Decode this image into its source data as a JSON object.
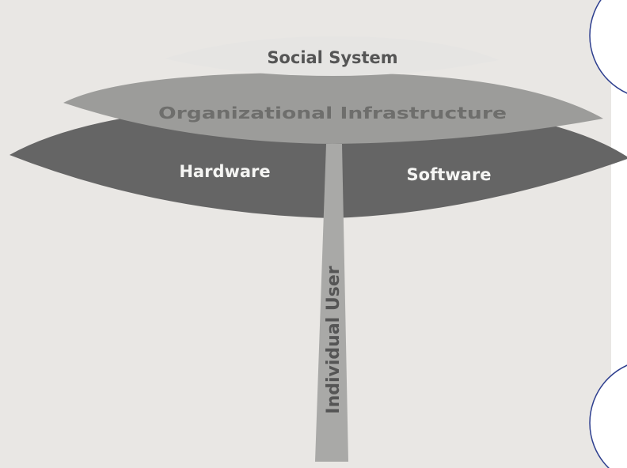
{
  "diagram": {
    "labels": {
      "social_system": "Social System",
      "org_infrastructure": "Organizational Infrastructure",
      "hardware": "Hardware",
      "software": "Software",
      "individual_user": "Individual User"
    },
    "colors": {
      "page_background": "#ffffff",
      "figure_background": "#e9e7e4",
      "social_system_fill": "#e6e5e3",
      "org_infrastructure_fill": "#9c9c9a",
      "org_infrastructure_text": "#6e6e6c",
      "hardware_software_fill": "#656565",
      "stem_fill": "#a9a9a7",
      "label_light": "#f5f5f3",
      "label_dark": "#555555",
      "circle_stroke": "#2e3f8f"
    }
  }
}
